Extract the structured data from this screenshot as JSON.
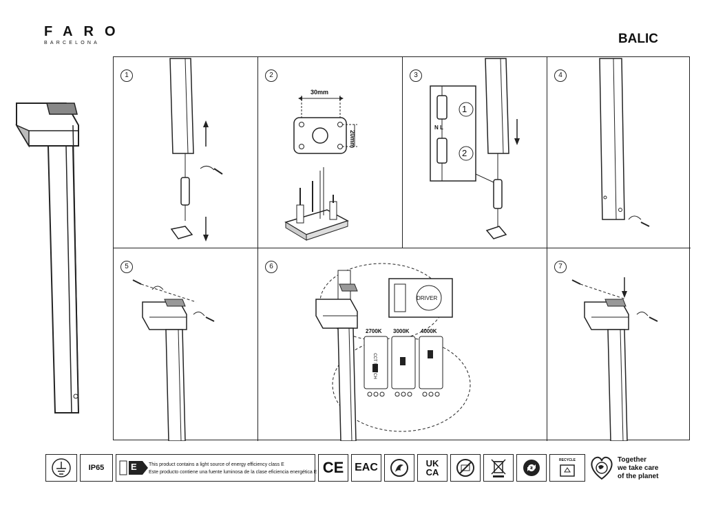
{
  "brand": {
    "name": "FARO",
    "city": "BARCELONA"
  },
  "product": {
    "name": "BALIC"
  },
  "steps": [
    {
      "number": "1"
    },
    {
      "number": "2",
      "dim_width": "30mm",
      "dim_height": "20mm"
    },
    {
      "number": "3",
      "callout_1": "1",
      "callout_2": "2",
      "wire_labels": "N L"
    },
    {
      "number": "4"
    },
    {
      "number": "5"
    },
    {
      "number": "6",
      "driver_label": "DRIVER",
      "switch_label": "CCT SWITCH",
      "cct_options": [
        "2700K",
        "3000K",
        "4000K"
      ]
    },
    {
      "number": "7"
    }
  ],
  "footer": {
    "ip_rating": "IP65",
    "energy_class": "E",
    "energy_line_en": "This product contains a light source of energy efficiency class E",
    "energy_line_es": "Este producto contiene una fuente luminosa de la clase eficiencia energética E",
    "ce_mark": "CE",
    "eac_mark": "EAC",
    "ukca_top": "UK",
    "ukca_bottom": "CA",
    "recycle_label": "RECYCLE",
    "tagline": [
      "Together",
      "we take care",
      "of the planet"
    ]
  }
}
